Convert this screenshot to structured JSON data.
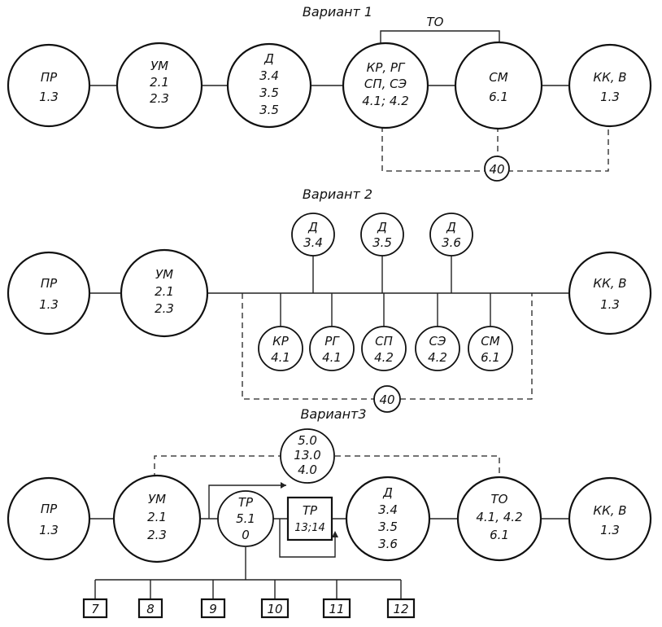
{
  "variant1": {
    "title": "Вариант 1",
    "to_label": "ТО",
    "nodes": [
      {
        "lines": [
          "ПР",
          "1.3"
        ]
      },
      {
        "lines": [
          "УМ",
          "2.1",
          "2.3"
        ]
      },
      {
        "lines": [
          "Д",
          "3.4",
          "3.5",
          "3.5"
        ]
      },
      {
        "lines": [
          "КР, РГ",
          "СП, СЭ",
          "4.1; 4.2"
        ]
      },
      {
        "lines": [
          "СМ",
          "6.1"
        ]
      },
      {
        "lines": [
          "КК, В",
          "1.3"
        ]
      }
    ],
    "small": "40"
  },
  "variant2": {
    "title": "Вариант 2",
    "nodes": [
      {
        "lines": [
          "ПР",
          "1.3"
        ]
      },
      {
        "lines": [
          "УМ",
          "2.1",
          "2.3"
        ]
      },
      {
        "lines": [
          "КК, В",
          "1.3"
        ]
      }
    ],
    "top": [
      {
        "lines": [
          "Д",
          "3.4"
        ]
      },
      {
        "lines": [
          "Д",
          "3.5"
        ]
      },
      {
        "lines": [
          "Д",
          "3.6"
        ]
      }
    ],
    "bottom": [
      {
        "lines": [
          "КР",
          "4.1"
        ]
      },
      {
        "lines": [
          "РГ",
          "4.1"
        ]
      },
      {
        "lines": [
          "СП",
          "4.2"
        ]
      },
      {
        "lines": [
          "СЭ",
          "4.2"
        ]
      },
      {
        "lines": [
          "СМ",
          "6.1"
        ]
      }
    ],
    "small": "40"
  },
  "variant3": {
    "title": "Вариант3",
    "top": {
      "lines": [
        "5.0",
        "13.0",
        "4.0"
      ]
    },
    "nodes": [
      {
        "lines": [
          "ПР",
          "1.3"
        ]
      },
      {
        "lines": [
          "УМ",
          "2.1",
          "2.3"
        ]
      },
      {
        "lines": [
          "ТР",
          "5.1",
          "0"
        ]
      },
      {
        "lines": [
          "Д",
          "3.4",
          "3.5",
          "3.6"
        ]
      },
      {
        "lines": [
          "ТО",
          "4.1, 4.2",
          "6.1"
        ]
      },
      {
        "lines": [
          "КК, В",
          "1.3"
        ]
      }
    ],
    "tr_box": {
      "lines": [
        "ТР",
        "13;14"
      ]
    },
    "boxes": [
      "7",
      "8",
      "9",
      "10",
      "11",
      "12"
    ]
  }
}
